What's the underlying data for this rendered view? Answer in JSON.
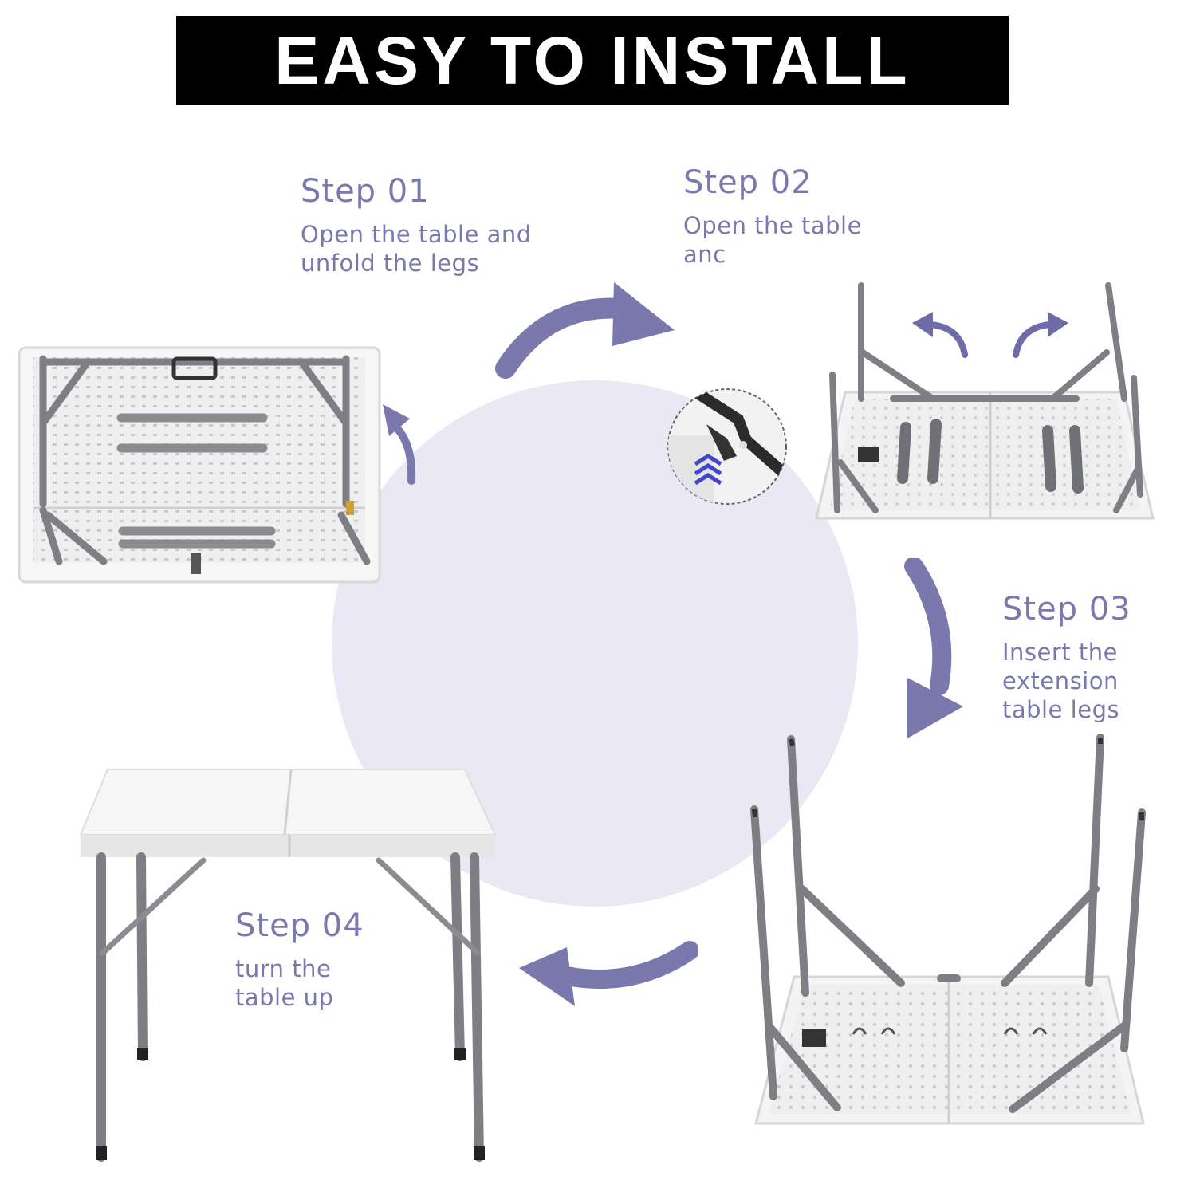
{
  "banner": {
    "title": "EASY TO INSTALL"
  },
  "colors": {
    "accent": "#7b78ae",
    "circle": "#e9e8f4",
    "banner_bg": "#000000",
    "leg_gray": "#7d7f84",
    "table_white": "#f4f4f4"
  },
  "steps": [
    {
      "title": "Step 01",
      "desc": "Open the table and\nunfold the legs"
    },
    {
      "title": "Step 02",
      "desc": "Open the table\nanc"
    },
    {
      "title": "Step 03",
      "desc": "Insert the\nextension\ntable legs"
    },
    {
      "title": "Step 04",
      "desc": "turn the\ntable up"
    }
  ],
  "icons": [
    "curved-arrow-icon",
    "folded-table-illustration",
    "hinge-detail-illustration",
    "upside-down-table-illustration",
    "standing-table-illustration"
  ]
}
